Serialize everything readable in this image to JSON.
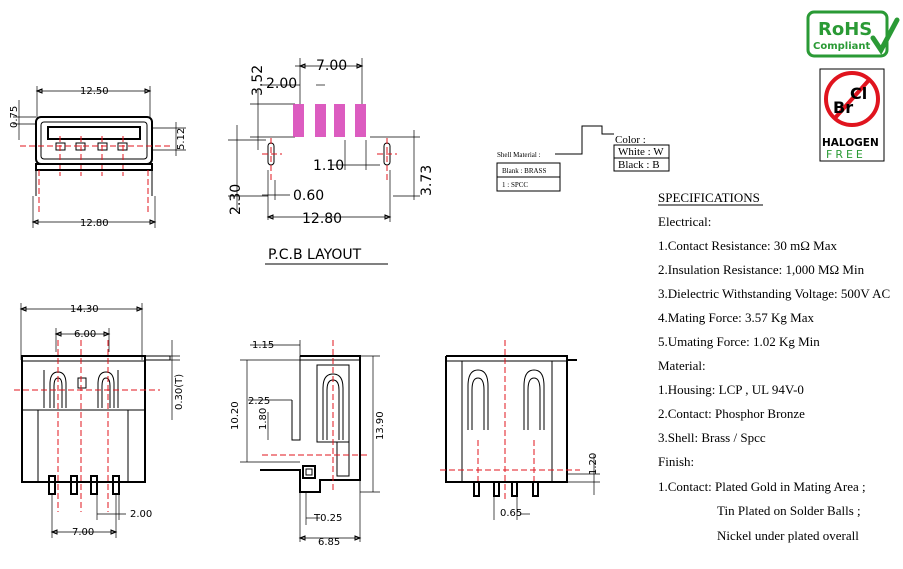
{
  "colors": {
    "pad_fill": "#d63fb5",
    "centerline": "#e0141e",
    "rohs_green": "#2a9a35",
    "ink": "#000000"
  },
  "top_view": {
    "dim_top": "12.50",
    "dim_left": "0.75",
    "dim_right": "5.12",
    "dim_bottom": "12.80"
  },
  "pcb_layout": {
    "dim_pitch": "7.00",
    "dim_pad_spacing": "2.00",
    "dim_pad_height": "3.52",
    "dim_hole_small": "1.10",
    "dim_hole_depth": "3.73",
    "dim_offset_a": "2.30",
    "dim_offset_b": "0.60",
    "dim_width": "12.80",
    "title": "P.C.B  LAYOUT"
  },
  "shell_material": {
    "label": "Shell Material :",
    "options": [
      "Blank : BRASS",
      "1 : SPCC"
    ],
    "color_label": "Color :",
    "color_options": [
      "White : W",
      "Black  : B"
    ]
  },
  "badges": {
    "rohs_title": "RoHS",
    "rohs_sub": "Compliant",
    "halogen_cl": "Cl",
    "halogen_br": "Br",
    "halogen_title": "HALOGEN",
    "halogen_sub": "FREE"
  },
  "front_view": {
    "dim_width": "14.30",
    "dim_inner": "6.00",
    "dim_thickness": "0.30(T)",
    "dim_tail_pitch": "7.00",
    "dim_tail": "2.00"
  },
  "side_view": {
    "dim_top": "1.15",
    "dim_height": "10.20",
    "dim_step": "2.25",
    "dim_lower": "1.80",
    "dim_total": "13.90",
    "dim_thick": "T0.25",
    "dim_depth": "6.85"
  },
  "rear_view": {
    "dim_stand": "1.20",
    "dim_pin": "0.65"
  },
  "specs": {
    "title": "SPECIFICATIONS",
    "electrical_label": "Electrical:",
    "electrical": [
      "1.Contact Resistance: 30 mΩ Max",
      "2.Insulation Resistance: 1,000 MΩ Min",
      "3.Dielectric Withstanding Voltage: 500V AC",
      "4.Mating Force: 3.57 Kg Max",
      "5.Umating Force: 1.02 Kg Min"
    ],
    "material_label": "Material:",
    "material": [
      "1.Housing: LCP , UL 94V-0",
      "2.Contact: Phosphor Bronze",
      "3.Shell: Brass / Spcc"
    ],
    "finish_label": "Finish:",
    "finish": [
      "1.Contact: Plated Gold in Mating Area ;",
      "Tin Plated on Solder Balls ;",
      "Nickel under plated overall"
    ]
  }
}
